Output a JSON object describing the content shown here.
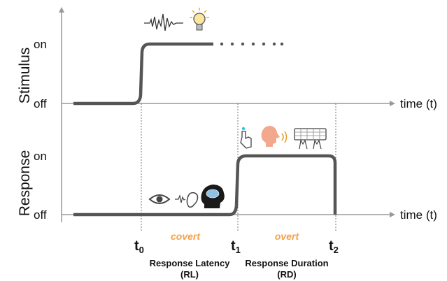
{
  "colors": {
    "curve": "#555555",
    "axis": "#999999",
    "guide": "#777777",
    "phase": "#f5a04a"
  },
  "panels": {
    "stimulus": {
      "title": "Stimulus",
      "on": "on",
      "off": "off"
    },
    "response": {
      "title": "Response",
      "on": "on",
      "off": "off"
    }
  },
  "axis_label": "time (t)",
  "markers": [
    {
      "main": "t",
      "sub": "0"
    },
    {
      "main": "t",
      "sub": "1"
    },
    {
      "main": "t",
      "sub": "2"
    }
  ],
  "phases": {
    "covert": "covert",
    "overt": "overt"
  },
  "measures": {
    "latency": {
      "name": "Response Latency",
      "abbr": "(RL)"
    },
    "duration": {
      "name": "Response Duration",
      "abbr": "(RD)"
    }
  },
  "icons": {
    "stimulus": [
      "sound-wave-icon",
      "light-bulb-icon"
    ],
    "covert": [
      "eye-icon",
      "ear-icon",
      "brain-head-icon"
    ],
    "overt": [
      "finger-tap-icon",
      "speaking-head-icon",
      "keyboard-typing-icon"
    ]
  }
}
